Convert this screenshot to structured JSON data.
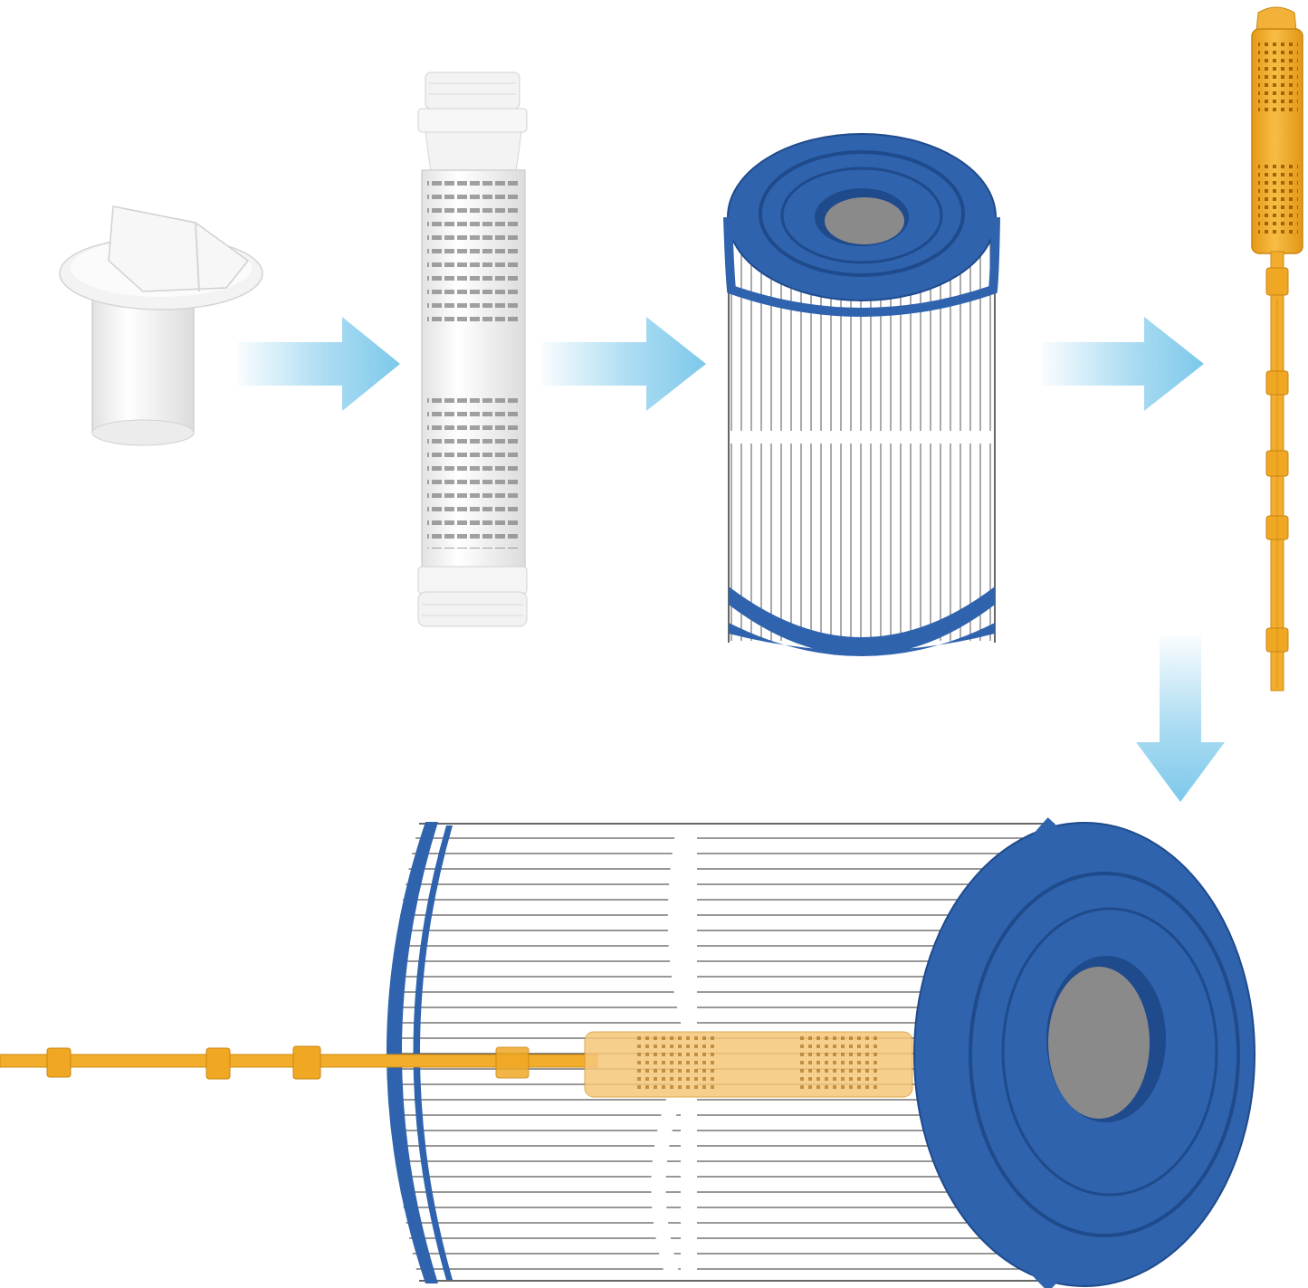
{
  "diagram": {
    "type": "assembly-sequence",
    "steps": [
      {
        "id": "adapter",
        "label": ""
      },
      {
        "id": "white-mineral-tube",
        "label": ""
      },
      {
        "id": "cartridge-filter",
        "label": ""
      },
      {
        "id": "orange-mineral-stick",
        "label": ""
      },
      {
        "id": "assembled-filter",
        "label": ""
      }
    ],
    "connections": [
      {
        "from": "adapter",
        "to": "white-mineral-tube",
        "direction": "right"
      },
      {
        "from": "white-mineral-tube",
        "to": "cartridge-filter",
        "direction": "right"
      },
      {
        "from": "cartridge-filter",
        "to": "orange-mineral-stick",
        "direction": "right"
      },
      {
        "from": "orange-mineral-stick",
        "to": "assembled-filter",
        "direction": "down"
      }
    ],
    "colors": {
      "filter_blue": "#2f63ad",
      "filter_blue_dark": "#1f4a8c",
      "core_gray": "#8a8a8a",
      "stick_orange": "#f5b02e",
      "stick_orange_dark": "#d89010",
      "arrow_blue": "#8fd0ee",
      "plastic_white": "#f4f4f4"
    }
  }
}
